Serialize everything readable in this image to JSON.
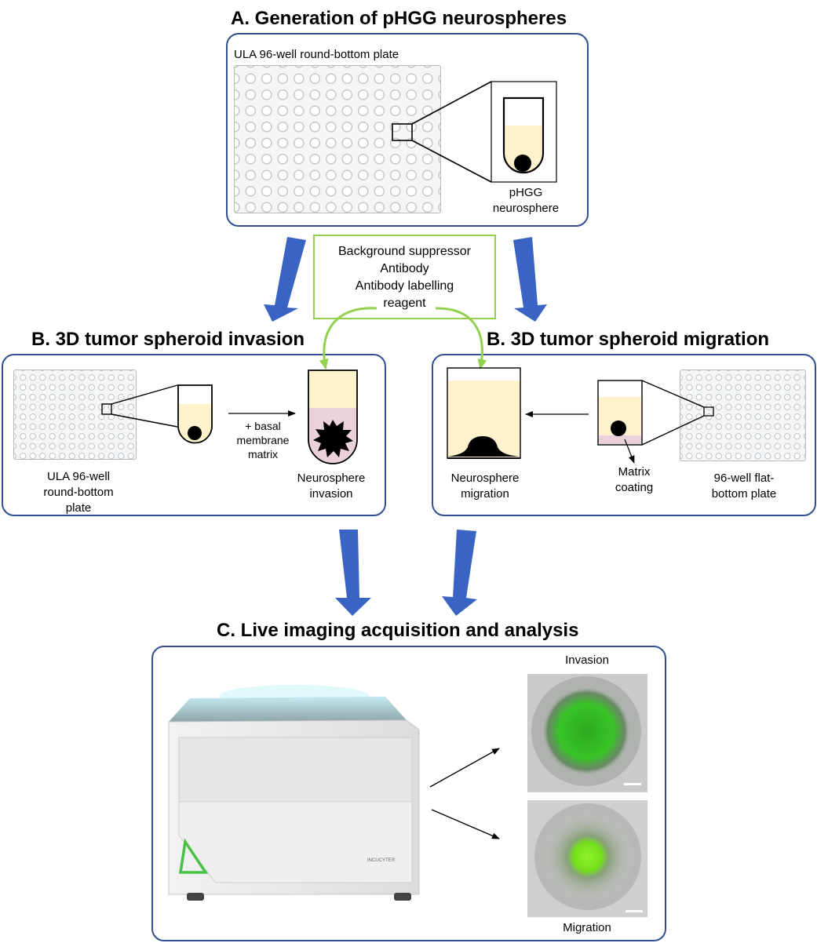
{
  "sections": {
    "a": {
      "title": "A. Generation of pHGG neurospheres",
      "plate_label": "ULA 96-well round-bottom plate",
      "well_label": "pHGG\nneurosphere"
    },
    "reagents": {
      "lines": [
        "Background suppressor",
        "Antibody",
        "Antibody labelling",
        "reagent"
      ]
    },
    "b_invasion": {
      "title": "B. 3D tumor spheroid invasion",
      "plate_label": "ULA 96-well\nround-bottom\nplate",
      "matrix_label": "+ basal\nmembrane\nmatrix",
      "result_label": "Neurosphere\ninvasion"
    },
    "b_migration": {
      "title": "B. 3D tumor spheroid migration",
      "result_label": "Neurosphere\nmigration",
      "coating_label": "Matrix\ncoating",
      "plate_label": "96-well flat-\nbottom plate"
    },
    "c": {
      "title": "C. Live imaging acquisition and analysis",
      "instrument_brand": "INCUCYTE®",
      "invasion_label": "Invasion",
      "migration_label": "Migration"
    }
  },
  "colors": {
    "panel_border": "#2f4f8f",
    "flow_arrow": "#3a64c4",
    "reagent_border": "#92d050",
    "medium": "#fff2cc",
    "matrix": "#ead1dc",
    "fluorescence": "#3cd12a"
  }
}
